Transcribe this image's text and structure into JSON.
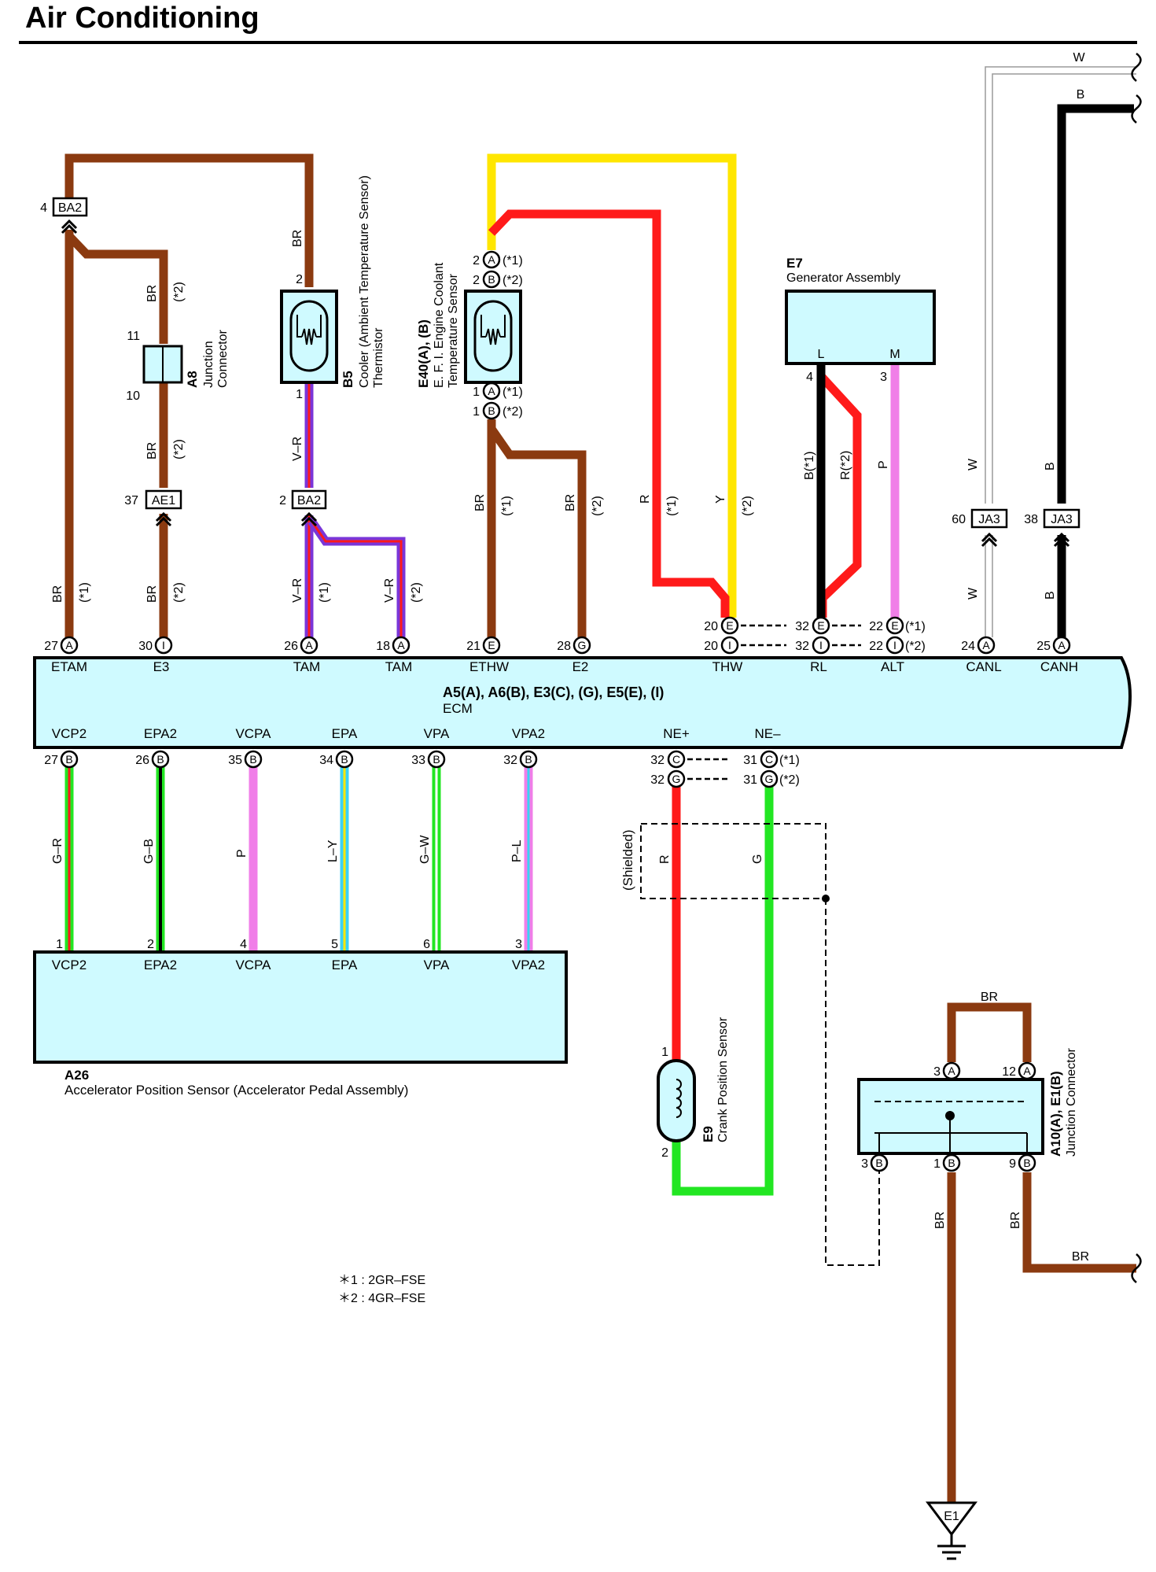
{
  "title": "Air Conditioning",
  "colors": {
    "BR": "#8b3a10",
    "R": "#ff1a1a",
    "Y": "#ffe600",
    "B": "#000000",
    "P": "#f07ee8",
    "G": "#22e622",
    "L": "#3ad2f5",
    "V": "#7a35d8",
    "W": "#bdbdbd",
    "box": "#cffaff"
  },
  "ecm": {
    "name_line": "A5(A), A6(B), E3(C), (G), E5(E), (I)",
    "sub": "ECM",
    "top_pins": [
      {
        "label": "ETAM",
        "num": "27",
        "pin": "A",
        "wire": "BR",
        "note": "(*1)"
      },
      {
        "label": "E3",
        "num": "30",
        "pin": "I",
        "wire": "BR",
        "note": "(*2)"
      },
      {
        "label": "TAM",
        "num": "26",
        "pin": "A",
        "wire": "V–R",
        "note": "(*1)"
      },
      {
        "label": "TAM",
        "num": "18",
        "pin": "A",
        "wire": "V–R",
        "note": "(*2)"
      },
      {
        "label": "ETHW",
        "num": "21",
        "pin": "E",
        "wire": "BR",
        "note": "(*1)"
      },
      {
        "label": "E2",
        "num": "28",
        "pin": "G",
        "wire": "BR",
        "note": "(*2)"
      },
      {
        "label": "THW",
        "num_a": "20",
        "pin_a": "E",
        "num_b": "20",
        "pin_b": "I",
        "wire": "R",
        "note": "(*1)",
        "wire2": "Y",
        "note2": "(*2)"
      },
      {
        "label": "RL",
        "num_a": "32",
        "pin_a": "E",
        "num_b": "32",
        "pin_b": "I",
        "wire": "B(*1)",
        "wire2": "R(*2)"
      },
      {
        "label": "ALT",
        "num_a": "22",
        "pin_a": "E",
        "note_a": "(*1)",
        "num_b": "22",
        "pin_b": "I",
        "note_b": "(*2)",
        "wire": "P"
      },
      {
        "label": "CANL",
        "num": "24",
        "pin": "A",
        "wire": "W"
      },
      {
        "label": "CANH",
        "num": "25",
        "pin": "A",
        "wire": "B"
      }
    ],
    "bottom_pins": [
      {
        "label": "VCP2",
        "num": "27",
        "pin": "B",
        "wire": "G–R",
        "sensor_pin": "1"
      },
      {
        "label": "EPA2",
        "num": "26",
        "pin": "B",
        "wire": "G–B",
        "sensor_pin": "2"
      },
      {
        "label": "VCPA",
        "num": "35",
        "pin": "B",
        "wire": "P",
        "sensor_pin": "4"
      },
      {
        "label": "EPA",
        "num": "34",
        "pin": "B",
        "wire": "L–Y",
        "sensor_pin": "5"
      },
      {
        "label": "VPA",
        "num": "33",
        "pin": "B",
        "wire": "G–W",
        "sensor_pin": "6"
      },
      {
        "label": "VPA2",
        "num": "32",
        "pin": "B",
        "wire": "P–L",
        "sensor_pin": "3"
      }
    ],
    "ne_pins": [
      {
        "label": "NE+",
        "num_a": "32",
        "pin_a": "C",
        "num_b": "32",
        "pin_b": "G",
        "wire": "R"
      },
      {
        "label": "NE–",
        "num_a": "31",
        "pin_a": "C",
        "note_a": "(*1)",
        "num_b": "31",
        "pin_b": "G",
        "note_b": "(*2)",
        "wire": "G"
      }
    ]
  },
  "connectors": {
    "ba2_top": {
      "name": "BA2",
      "pin": "4"
    },
    "ba2_mid": {
      "name": "BA2",
      "pin": "2"
    },
    "ae1": {
      "name": "AE1",
      "pin": "37"
    },
    "ja3_left": {
      "name": "JA3",
      "pin": "60"
    },
    "ja3_right": {
      "name": "JA3",
      "pin": "38"
    }
  },
  "a8": {
    "code": "A8",
    "line1": "Junction",
    "line2": "Connector",
    "pin_top": "11",
    "pin_bottom": "10",
    "wire_top": "BR",
    "note_top": "(*2)",
    "wire_bottom": "BR",
    "note_bottom": "(*2)"
  },
  "b5": {
    "code": "B5",
    "line1": "Cooler (Ambient Temperature Sensor)",
    "line2": "Thermistor",
    "pin_top": "2",
    "pin_bottom": "1",
    "wire_top": "BR",
    "wire_bottom": "V–R"
  },
  "e40": {
    "code": "E40(A), (B)",
    "line1": "E. F. I.  Engine Coolant",
    "line2": "Temperature Sensor",
    "top_pins": [
      {
        "num": "2",
        "pin": "A",
        "note": "(*1)"
      },
      {
        "num": "2",
        "pin": "B",
        "note": "(*2)"
      }
    ],
    "bottom_pins": [
      {
        "num": "1",
        "pin": "A",
        "note": "(*1)"
      },
      {
        "num": "1",
        "pin": "B",
        "note": "(*2)"
      }
    ]
  },
  "e7": {
    "code": "E7",
    "name": "Generator Assembly",
    "pin_l": "L",
    "pin_m": "M",
    "num_l": "4",
    "num_m": "3"
  },
  "a26": {
    "code": "A26",
    "name": "Accelerator Position Sensor (Accelerator Pedal Assembly)",
    "labels": [
      "VCP2",
      "EPA2",
      "VCPA",
      "EPA",
      "VPA",
      "VPA2"
    ]
  },
  "e9": {
    "code": "E9",
    "name": "Crank Position Sensor",
    "pin_top": "1",
    "pin_bottom": "2"
  },
  "shielded": "(Shielded)",
  "a10": {
    "code": "A10(A), E1(B)",
    "name": "Junction Connector",
    "top_pins": [
      {
        "num": "3",
        "pin": "A"
      },
      {
        "num": "12",
        "pin": "A"
      }
    ],
    "bottom_pins": [
      {
        "num": "3",
        "pin": "B"
      },
      {
        "num": "1",
        "pin": "B"
      },
      {
        "num": "9",
        "pin": "B"
      }
    ],
    "wire_top": "BR",
    "wire_left": "BR",
    "wire_right": "BR",
    "wire_out": "BR"
  },
  "ground": {
    "name": "E1"
  },
  "can_wires": {
    "w": "W",
    "b": "B"
  },
  "notes": [
    "＊1 : 2GR–FSE",
    "＊2 : 4GR–FSE"
  ]
}
